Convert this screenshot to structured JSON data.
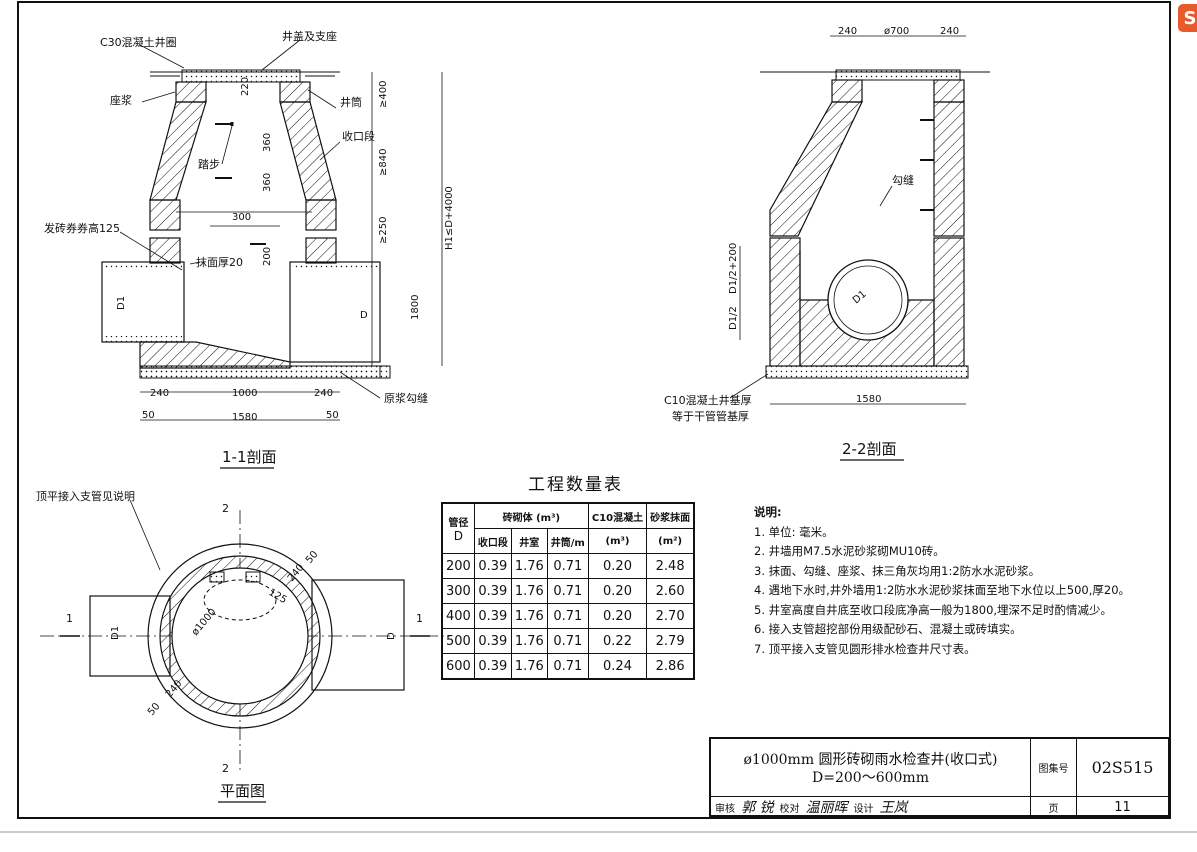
{
  "drawing": {
    "section11": {
      "title": "1-1剖面",
      "labels": {
        "ring": "C30混凝土井圈",
        "cover": "井盖及支座",
        "mortar": "座浆",
        "shaft": "井筒",
        "reducer": "收口段",
        "step": "踏步",
        "brick_arch": "发砖券券高125",
        "plaster": "抹面厚20",
        "original": "原浆勾缝"
      },
      "dims": {
        "d220": "220",
        "d400": "≥400",
        "d360a": "360",
        "d360b": "360",
        "d840": "≥840",
        "d300": "300",
        "d250": "≥250",
        "d200": "200",
        "d1800": "1800",
        "hl": "H1≤D+4000",
        "b240a": "240",
        "b1000": "1000",
        "b240b": "240",
        "b50a": "50",
        "b1580": "1580",
        "b50b": "50",
        "d1": "D1",
        "d": "D"
      }
    },
    "section22": {
      "title": "2-2剖面",
      "labels": {
        "joint": "勾缝",
        "base": "C10混凝土井基厚",
        "base2": "等于干管管基厚"
      },
      "dims": {
        "t240a": "240",
        "t700": "ø700",
        "t240b": "240",
        "d12": "D1/2",
        "d12b": "D1/2+200",
        "d1": "D1",
        "b1580": "1580"
      }
    },
    "plan": {
      "title": "平面图",
      "note": "顶平接入支管见说明",
      "dims": {
        "p1000": "ø1000",
        "p240a": "240",
        "p50a": "50",
        "p240b": "240",
        "p50b": "50",
        "p125": "125",
        "d1": "D1",
        "d": "D"
      },
      "marks": {
        "m1l": "1",
        "m1r": "1",
        "m2t": "2",
        "m2b": "2"
      }
    }
  },
  "quantity_table": {
    "title": "工程数量表",
    "head": {
      "col1a": "管径",
      "col1b": "D",
      "masonry": "砖砌体 (m³)",
      "reducer": "收口段",
      "chamber": "井室",
      "shaft": "井筒/m",
      "concrete": "C10混凝土",
      "concrete_unit": "(m³)",
      "mortar": "砂浆抹面",
      "mortar_unit": "(m²)"
    },
    "rows": [
      [
        "200",
        "0.39",
        "1.76",
        "0.71",
        "0.20",
        "2.48"
      ],
      [
        "300",
        "0.39",
        "1.76",
        "0.71",
        "0.20",
        "2.60"
      ],
      [
        "400",
        "0.39",
        "1.76",
        "0.71",
        "0.20",
        "2.70"
      ],
      [
        "500",
        "0.39",
        "1.76",
        "0.71",
        "0.22",
        "2.79"
      ],
      [
        "600",
        "0.39",
        "1.76",
        "0.71",
        "0.24",
        "2.86"
      ]
    ]
  },
  "notes": {
    "title": "说明:",
    "items": [
      "1. 单位: 毫米。",
      "2. 井墙用M7.5水泥砂浆砌MU10砖。",
      "3. 抹面、勾缝、座浆、抹三角灰均用1:2防水水泥砂浆。",
      "4. 遇地下水时,井外墙用1:2防水水泥砂浆抹面至地下水位以上500,厚20。",
      "5. 井室高度自井底至收口段底净高一般为1800,埋深不足时酌情减少。",
      "6. 接入支管超挖部份用级配砂石、混凝土或砖填实。",
      "7. 顶平接入支管见圆形排水检查井尺寸表。"
    ]
  },
  "title_block": {
    "title_line1": "ø1000mm 圆形砖砌雨水检查井(收口式)",
    "title_line2": "D=200～600mm",
    "atlas_label": "图集号",
    "atlas_no": "02S515",
    "review": "审核",
    "review_sig": "郭 锐",
    "check": "校对",
    "check_sig": "温丽晖",
    "design": "设计",
    "design_sig": "王岚",
    "page_label": "页",
    "page_no": "11"
  },
  "app_icon": "S"
}
